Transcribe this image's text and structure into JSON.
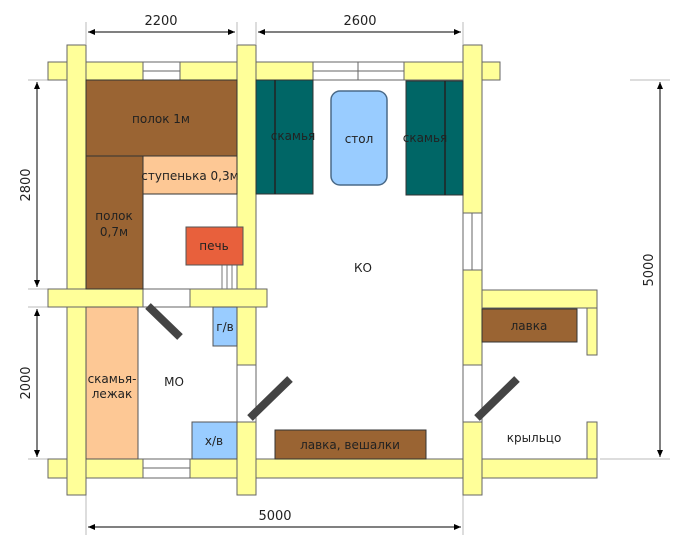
{
  "dimensions": {
    "top_left": "2200",
    "top_right": "2600",
    "left_top": "2800",
    "left_bottom": "2000",
    "right_total": "5000",
    "bottom_total": "5000"
  },
  "rooms": {
    "relax_room": "КО",
    "wash_room": "МО",
    "porch": "крыльцо"
  },
  "furniture": {
    "shelf_1m": "полок 1м",
    "shelf_07_line1": "полок",
    "shelf_07_line2": "0,7м",
    "step": "ступенька 0,3м",
    "stove": "печь",
    "hot_water": "г/в",
    "cold_water": "х/в",
    "bench_bed_line1": "скамья-",
    "bench_bed_line2": "лежак",
    "bench_left": "скамья",
    "bench_right": "скамья",
    "table": "стол",
    "bench_hangers": "лавка, вешалки",
    "porch_bench": "лавка"
  },
  "colors": {
    "wall": "#ffff99",
    "shelf": "#9a6433",
    "step": "#fdc895",
    "stove": "#e8603c",
    "water": "#99ccff",
    "bench": "#006666"
  }
}
